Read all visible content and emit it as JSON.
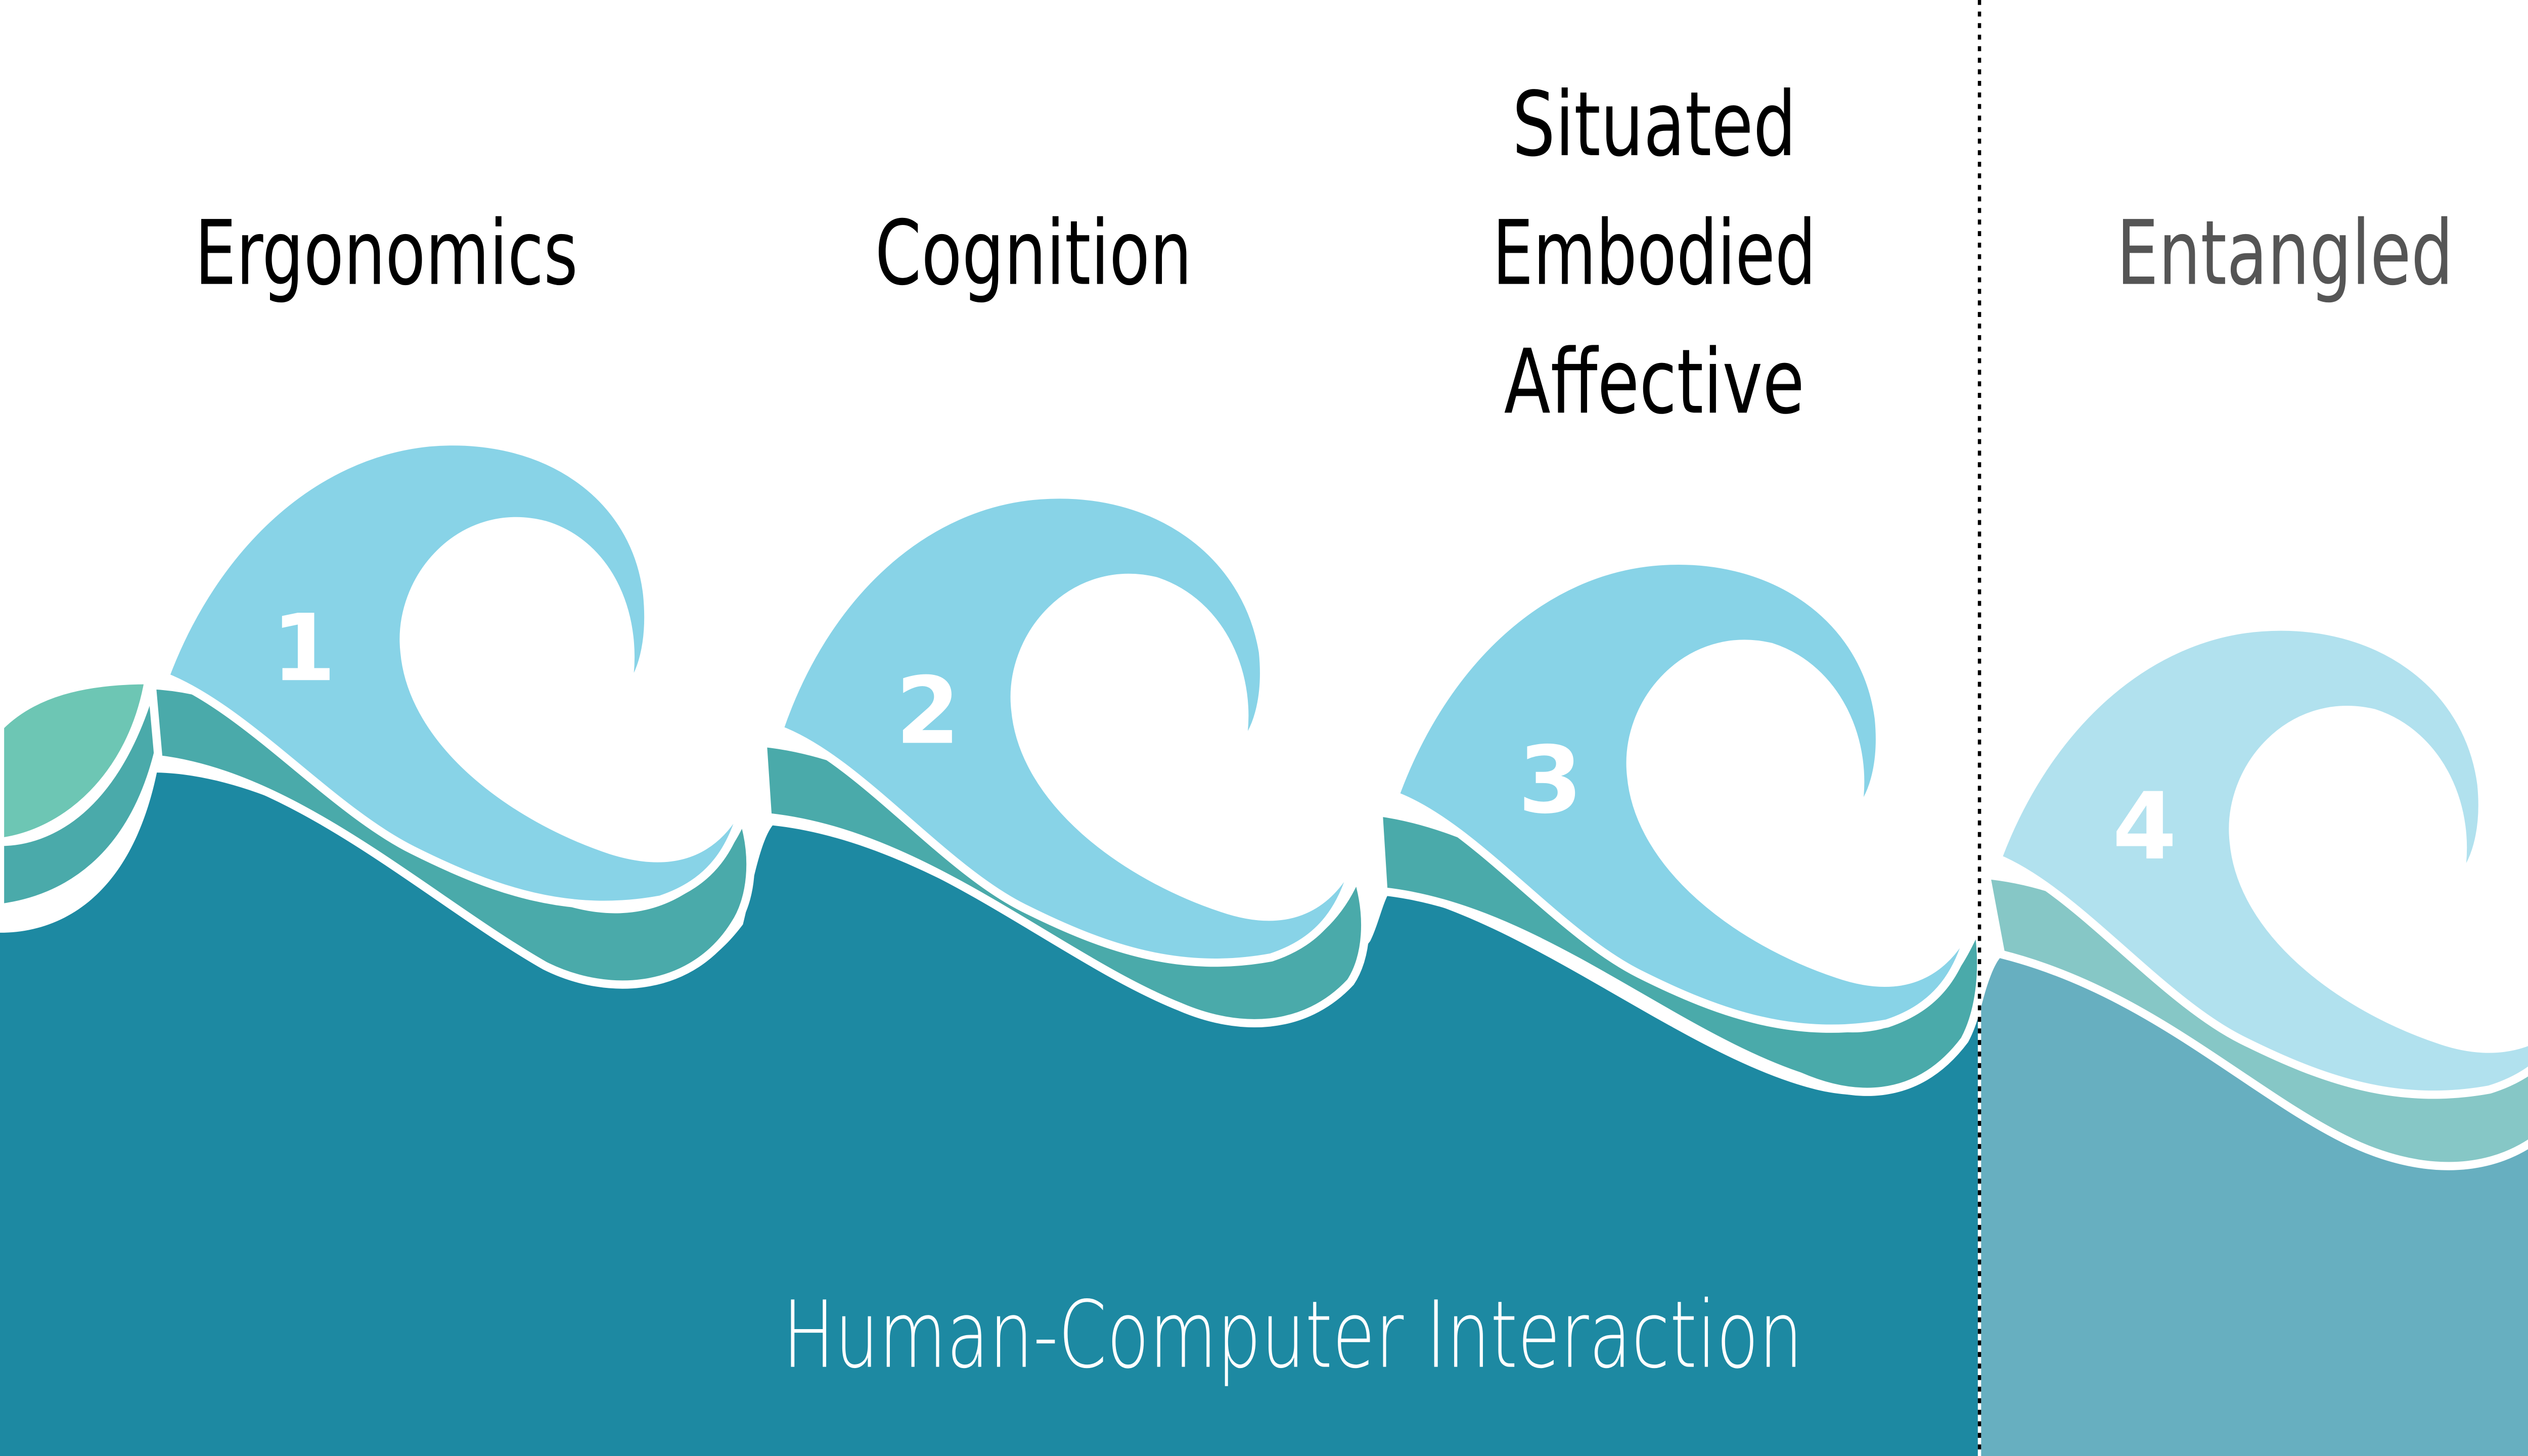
{
  "colors": {
    "background": "#ffffff",
    "deep_sea": "#1d89a2",
    "deep_sea_future": "#67afc0",
    "mid_band": "#4aaaaa",
    "mid_band_future": "#86c7c6",
    "crest": "#88d3e7",
    "crest_future": "#b1e1ee",
    "small_crest": "#6dc6b4",
    "outline": "#ffffff",
    "label_text": "#000000",
    "label_text_future": "#555555",
    "footer_text": "#ffffff",
    "divider": "#000000"
  },
  "waves": [
    {
      "number": "1",
      "label_lines": [
        "Ergonomics"
      ]
    },
    {
      "number": "2",
      "label_lines": [
        "Cognition"
      ]
    },
    {
      "number": "3",
      "label_lines": [
        "Situated",
        "Embodied",
        "Affective"
      ]
    },
    {
      "number": "4",
      "label_lines": [
        "Entangled"
      ]
    }
  ],
  "footer": {
    "title": "Human-Computer Interaction"
  },
  "icons": {
    "wave": "wave-icon",
    "divider": "dotted-divider"
  }
}
